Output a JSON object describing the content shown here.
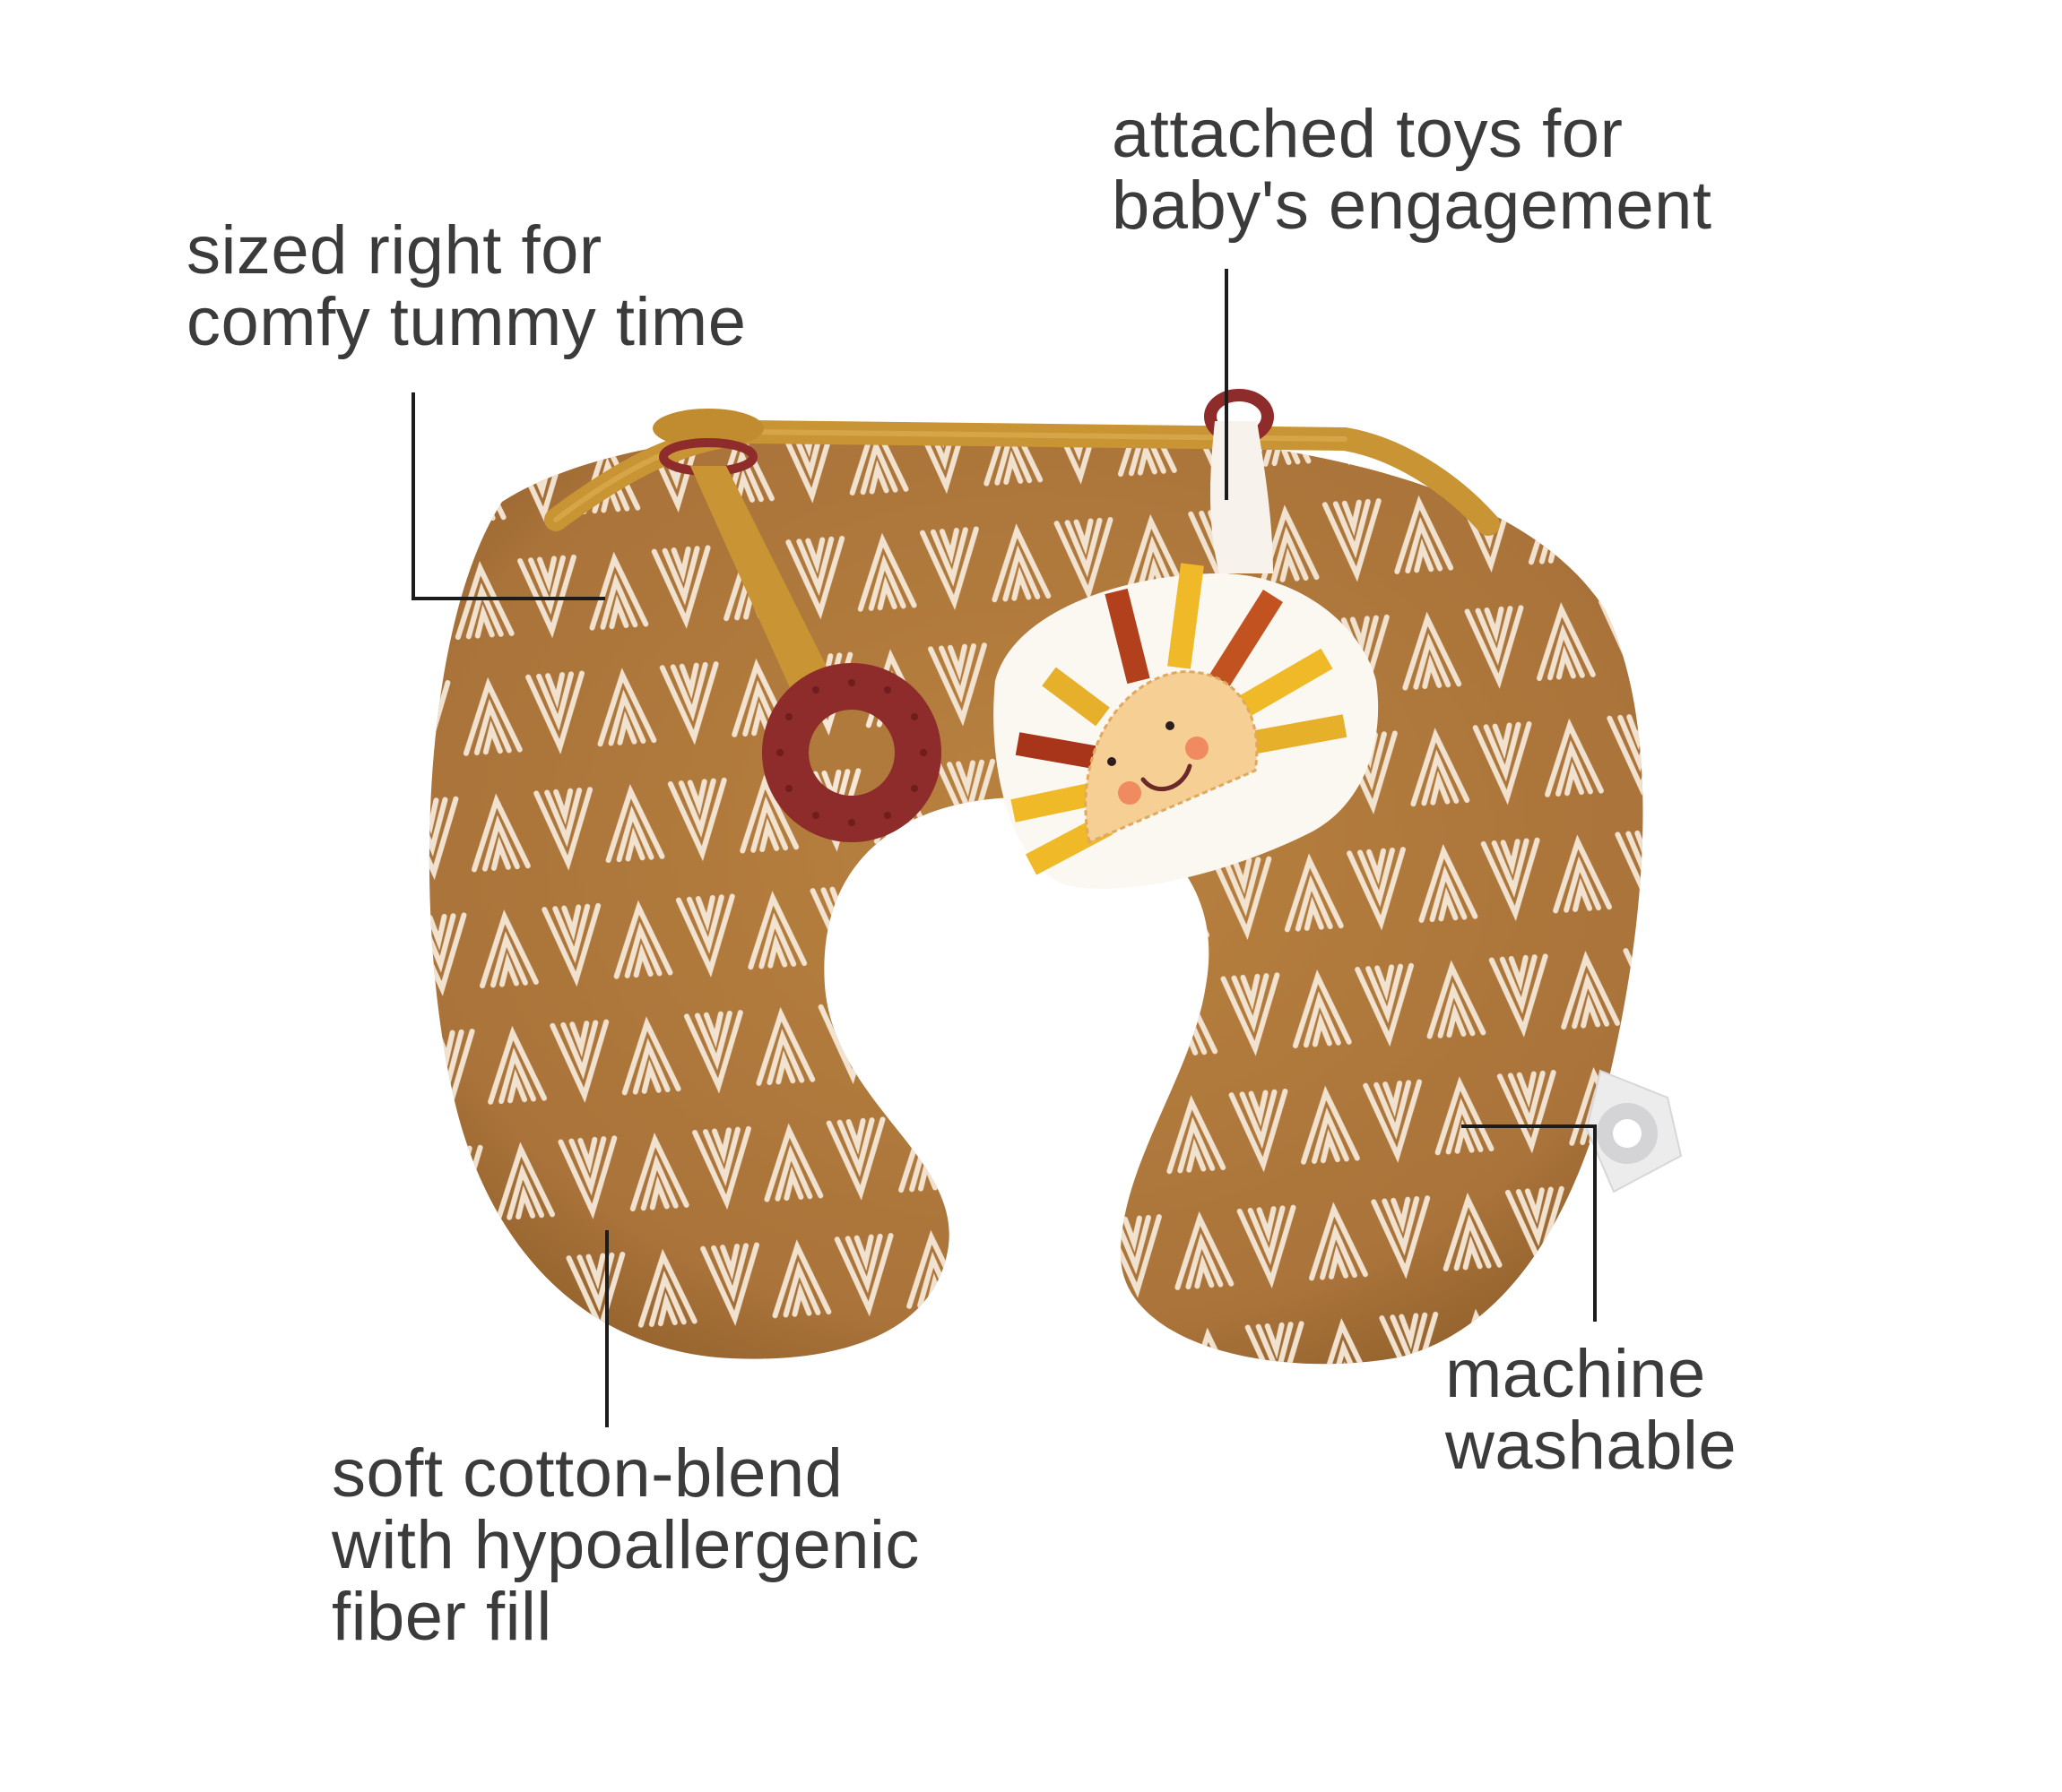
{
  "callouts": {
    "sized": {
      "lines": [
        "sized right for",
        "comfy tummy time"
      ]
    },
    "toys": {
      "lines": [
        "attached toys for",
        "baby's engagement"
      ]
    },
    "fabric": {
      "lines": [
        "soft cotton-blend",
        "with hypoallergenic",
        "fiber fill"
      ]
    },
    "washable": {
      "lines": [
        "machine",
        "washable"
      ]
    }
  },
  "colors": {
    "text": "#3b3b3b",
    "leader": "#1c1c1c",
    "pillow": "#b07a3c",
    "pillow_shade": "#9c6a30",
    "pattern": "#f5e8d8",
    "ribbon": "#c99433",
    "teether": "#8e2b2b",
    "toy_fur": "#fbf8f2",
    "sun_face": "#f6cf95",
    "ray_gold": "#f0b928",
    "ray_rust": "#b2401c",
    "tag": "#e9e9ea"
  },
  "icons": {
    "product": "tummy-time-pillow",
    "teether": "teether-ring",
    "sun_toy": "sun-plush-toy",
    "care_tag": "care-tag"
  }
}
